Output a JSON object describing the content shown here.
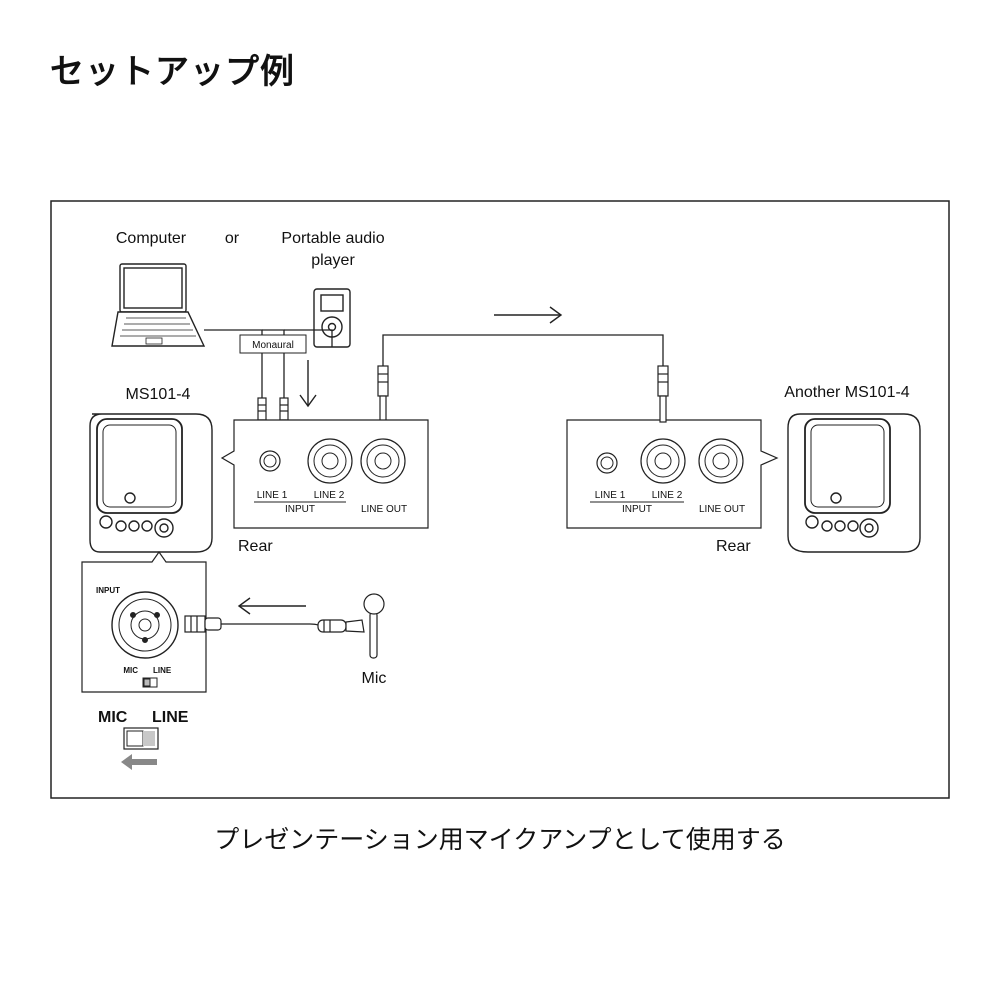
{
  "page": {
    "title": "セットアップ例",
    "caption": "プレゼンテーション用マイクアンプとして使用する"
  },
  "diagram": {
    "sources": {
      "computer": "Computer",
      "or": "or",
      "portable_line1": "Portable audio",
      "portable_line2": "player",
      "monaural": "Monaural"
    },
    "speaker_left": {
      "name": "MS101-4",
      "rear": "Rear",
      "panel": {
        "line1": "LINE 1",
        "line2": "LINE 2",
        "input": "INPUT",
        "line_out": "LINE OUT"
      }
    },
    "speaker_right": {
      "name": "Another MS101-4",
      "rear": "Rear",
      "panel": {
        "line1": "LINE 1",
        "line2": "LINE 2",
        "input": "INPUT",
        "line_out": "LINE OUT"
      }
    },
    "front_detail": {
      "input": "INPUT",
      "mic": "MIC",
      "line": "LINE"
    },
    "switch_large": {
      "mic": "MIC",
      "line": "LINE"
    },
    "mic_label": "Mic"
  }
}
